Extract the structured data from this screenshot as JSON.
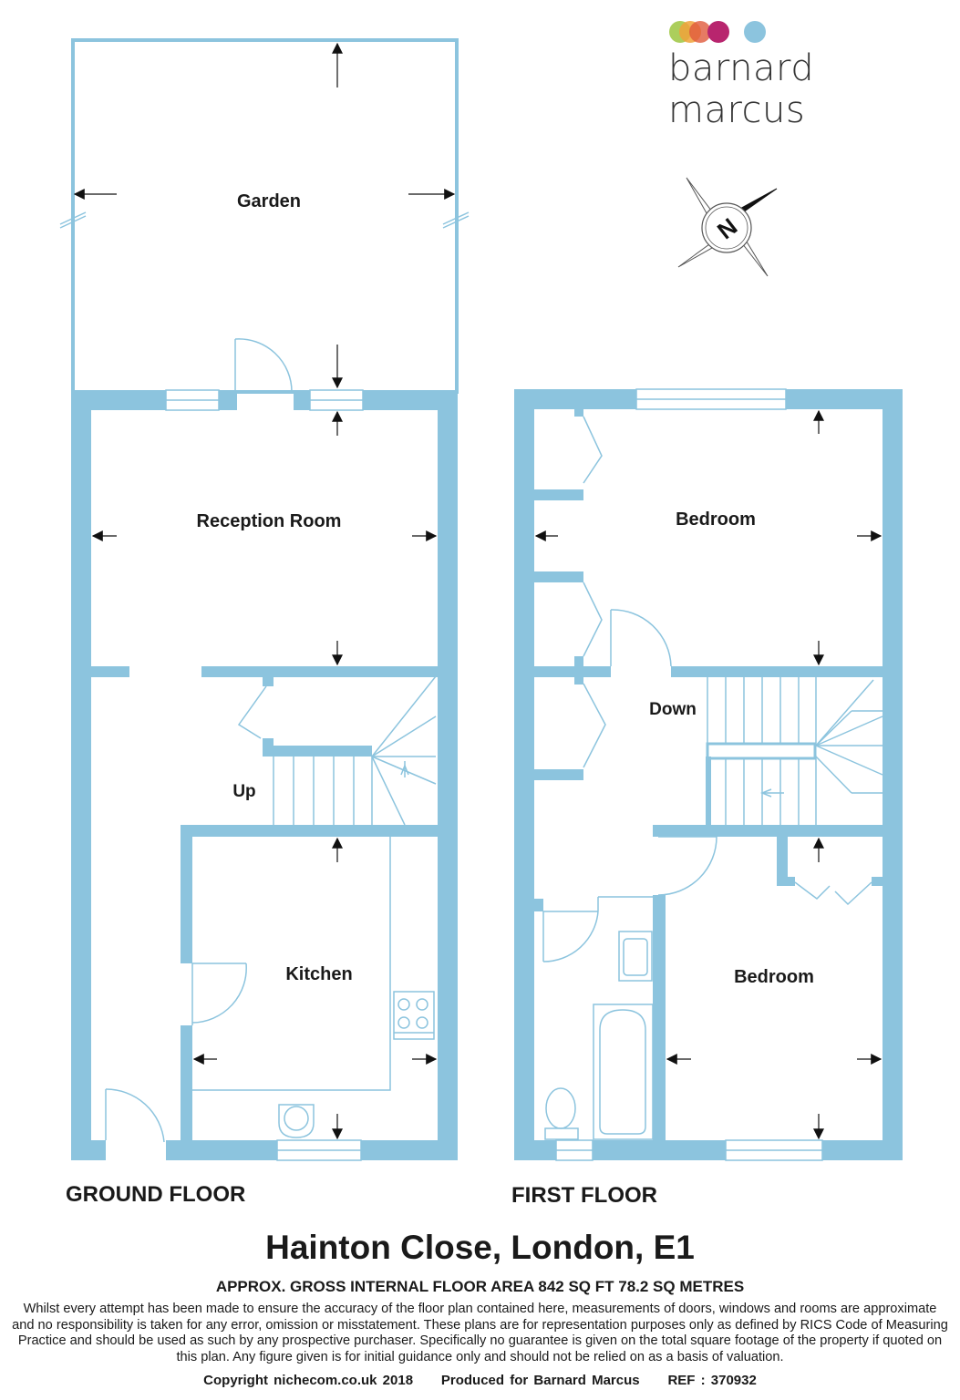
{
  "brand": {
    "name": "barnard marcus",
    "dot_colors": [
      "#a3c94a",
      "#f0a23a",
      "#e05a3c",
      "#b8256e",
      "#8cc4de"
    ]
  },
  "compass": {
    "letter": "N"
  },
  "rooms": {
    "garden": "Garden",
    "reception": "Reception Room",
    "kitchen": "Kitchen",
    "stairs_up": "Up",
    "bedroom_front": "Bedroom",
    "bedroom_rear": "Bedroom",
    "stairs_down": "Down"
  },
  "floors": {
    "ground": "GROUND FLOOR",
    "first": "FIRST FLOOR"
  },
  "property": {
    "title": "Hainton Close, London, E1",
    "area": "APPROX. GROSS INTERNAL FLOOR AREA 842 SQ FT 78.2 SQ METRES",
    "disclaimer": "Whilst every attempt has been made to ensure the accuracy of the floor plan contained here, measurements of doors, windows and rooms are approximate and no responsibility is taken for any error, omission or misstatement. These plans are for representation purposes only as defined by RICS Code of Measuring Practice and should be used as such by any prospective purchaser.  Specifically no guarantee is given on the total square footage of the property if quoted on this plan. Any figure given is for initial guidance only and should not be relied on as a basis of valuation.",
    "footer": "Copyright nichecom.co.uk 2018     Produced for Barnard Marcus     REF : 370932"
  },
  "colors": {
    "wall": "#8cc4de",
    "text": "#1a1a1a"
  }
}
